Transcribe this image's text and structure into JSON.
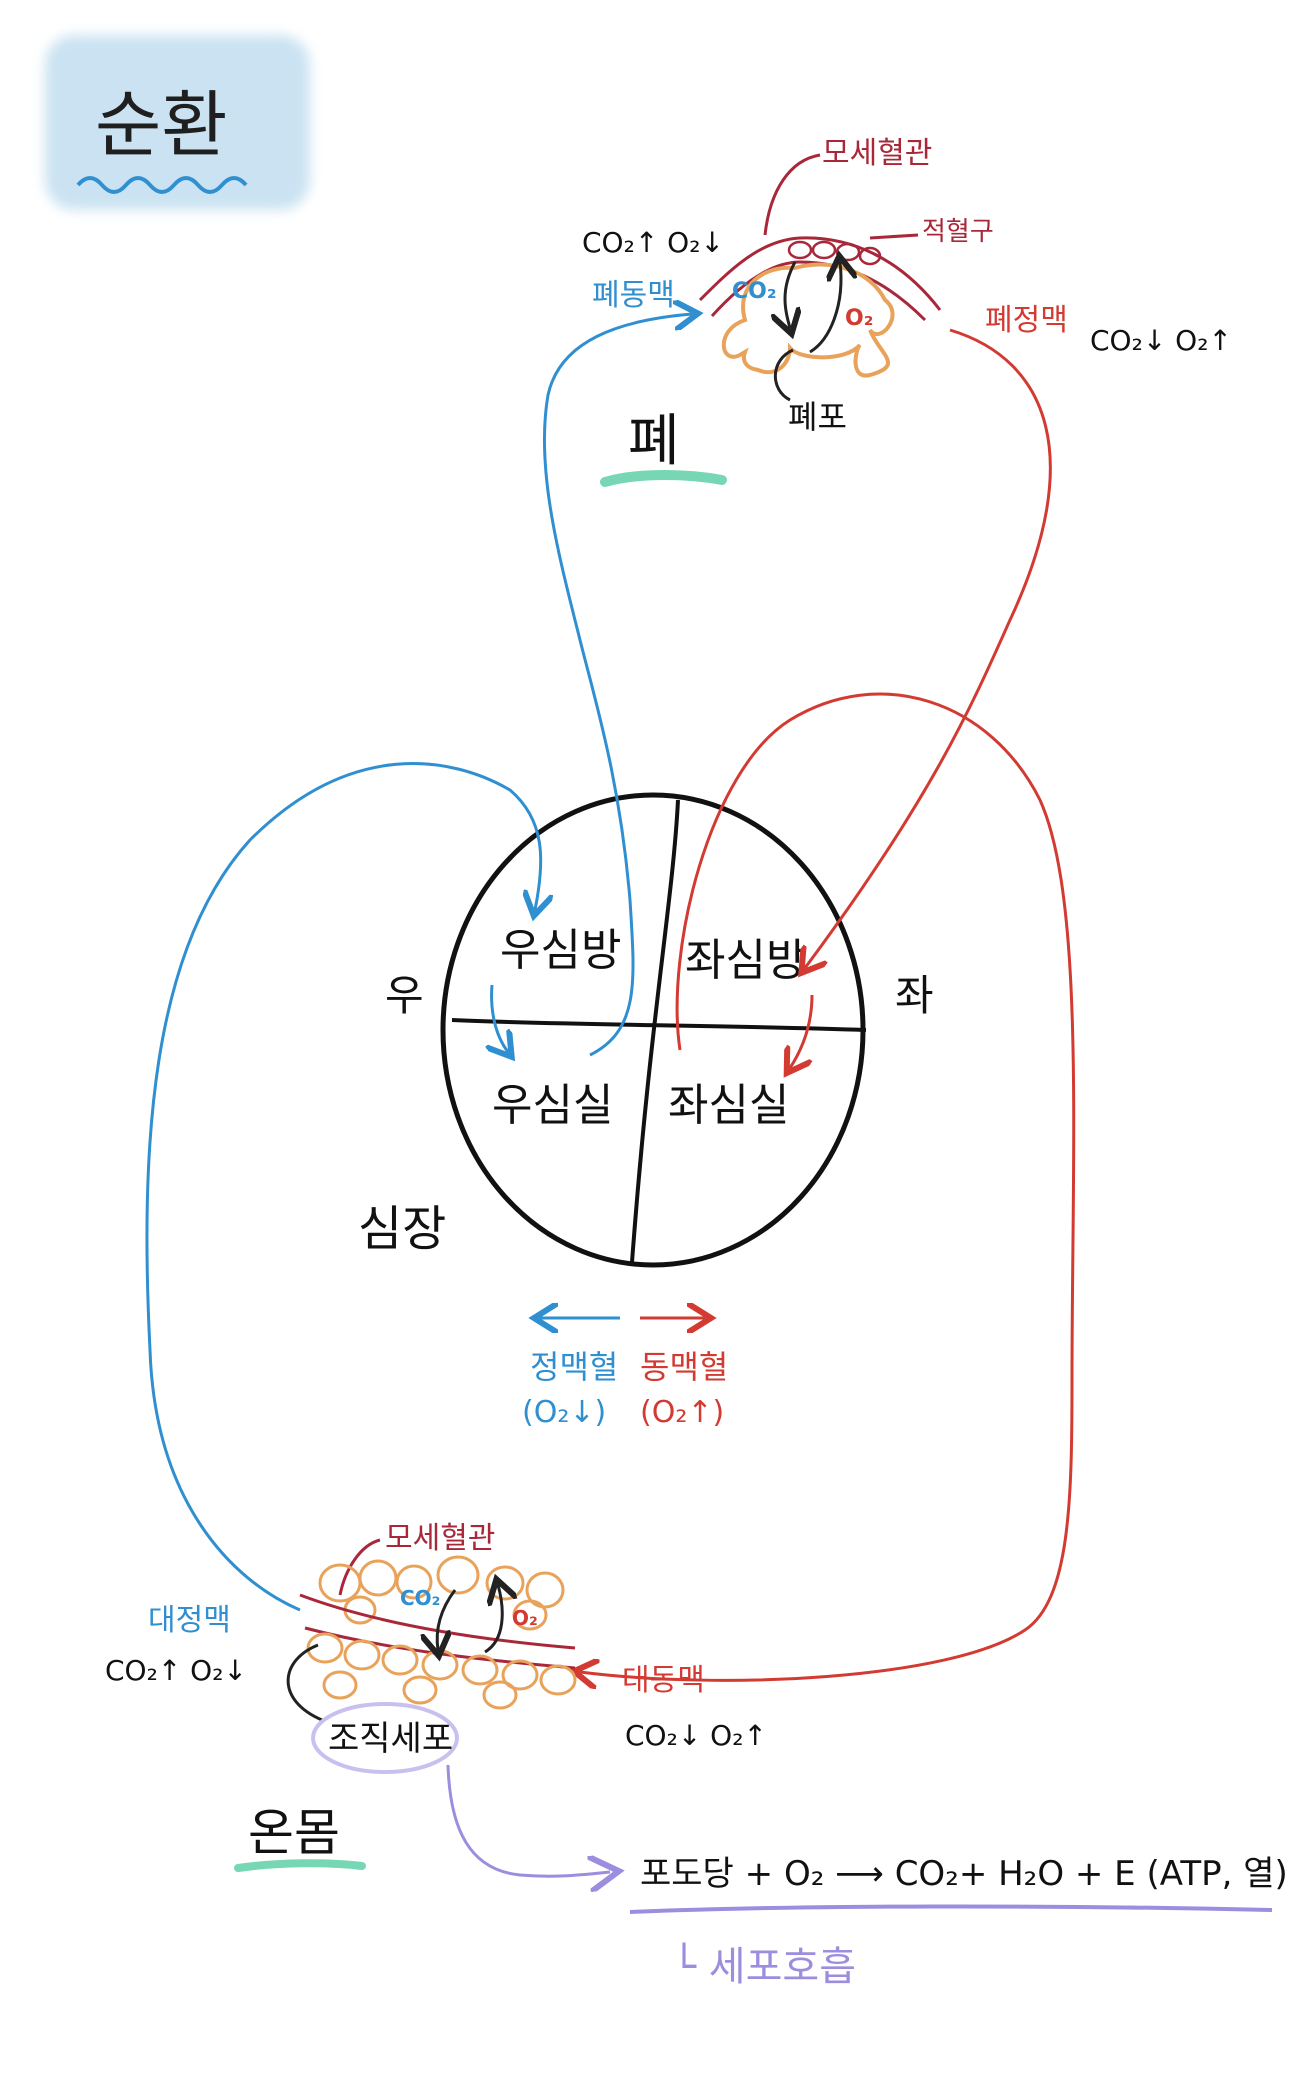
{
  "title": "순환",
  "lung": {
    "label": "폐",
    "capillary": "모세혈관",
    "rbc": "적혈구",
    "alveolus": "폐포",
    "pulmonary_artery": "폐동맥",
    "pulmonary_vein": "폐정맥",
    "artery_gas": "CO₂↑ O₂↓",
    "vein_gas": "CO₂↓ O₂↑",
    "co2": "CO₂",
    "o2": "O₂"
  },
  "heart": {
    "label": "심장",
    "right": "우",
    "left": "좌",
    "right_atrium": "우심방",
    "left_atrium": "좌심방",
    "right_ventricle": "우심실",
    "left_ventricle": "좌심실"
  },
  "legend": {
    "venous": "정맥혈",
    "venous_o2": "(O₂↓)",
    "arterial": "동맥혈",
    "arterial_o2": "(O₂↑)"
  },
  "body": {
    "label": "온몸",
    "capillary": "모세혈관",
    "vena_cava": "대정맥",
    "vena_cava_gas": "CO₂↑ O₂↓",
    "aorta": "대동맥",
    "aorta_gas": "CO₂↓  O₂↑",
    "tissue_cell": "조직세포",
    "co2": "CO₂",
    "o2": "O₂"
  },
  "respiration": {
    "equation": "포도당 + O₂ ⟶ CO₂+ H₂O + E (ATP, 열)",
    "name": "└ 세포호흡"
  },
  "colors": {
    "blue": "#2f8fd0",
    "red": "#d23a32",
    "darkred": "#a8283a",
    "orange": "#e8a25a",
    "purple": "#9d8ddf",
    "green": "#5fd0a8",
    "wash": "#b9d9ee"
  }
}
